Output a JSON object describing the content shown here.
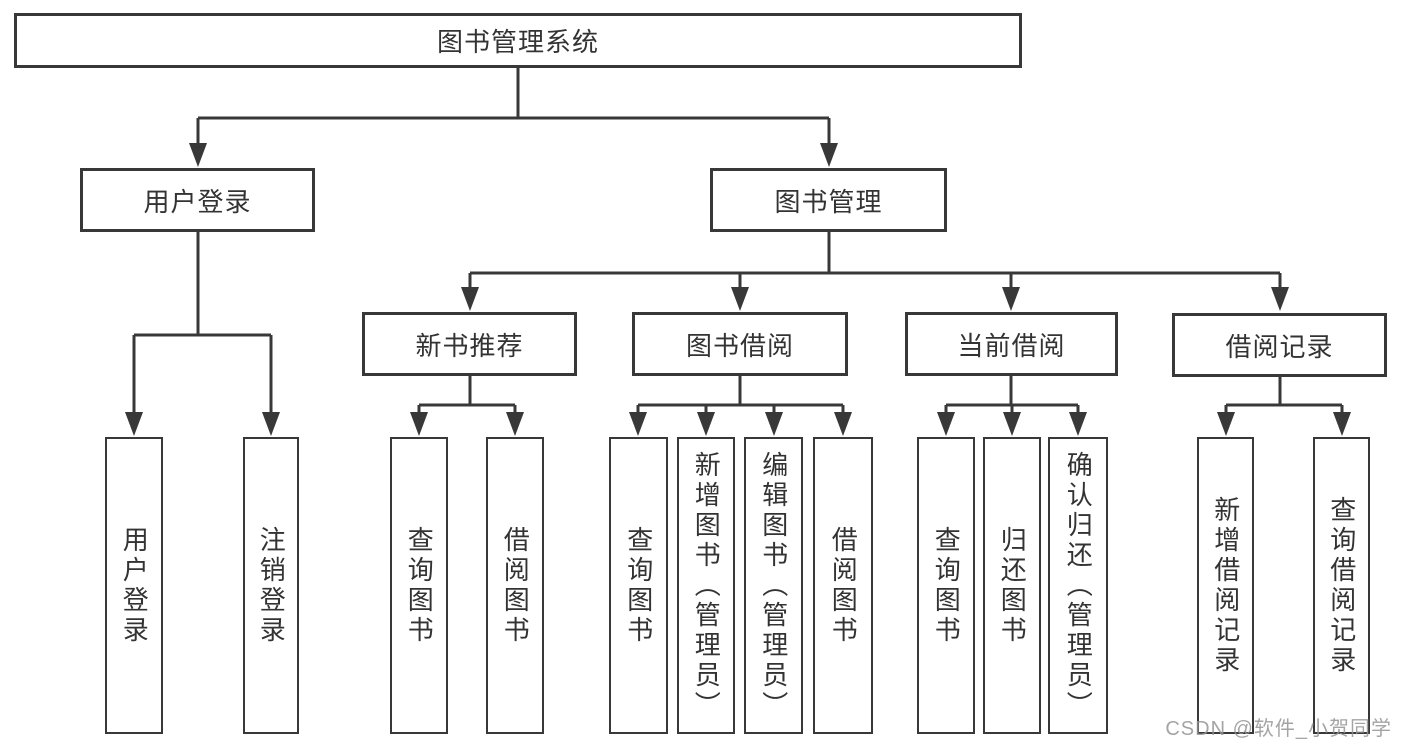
{
  "diagram": {
    "root": {
      "label": "图书管理系统"
    },
    "level2": [
      {
        "label": "用户登录"
      },
      {
        "label": "图书管理"
      }
    ],
    "level3": [
      {
        "label": "新书推荐",
        "parent": "图书管理"
      },
      {
        "label": "图书借阅",
        "parent": "图书管理"
      },
      {
        "label": "当前借阅",
        "parent": "图书管理"
      },
      {
        "label": "借阅记录",
        "parent": "图书管理"
      }
    ],
    "leaves": [
      {
        "label": "用户登录",
        "parent": "用户登录"
      },
      {
        "label": "注销登录",
        "parent": "用户登录"
      },
      {
        "label": "查询图书",
        "parent": "新书推荐"
      },
      {
        "label": "借阅图书",
        "parent": "新书推荐"
      },
      {
        "label": "查询图书",
        "parent": "图书借阅"
      },
      {
        "label": "新增图书（管理员）",
        "parent": "图书借阅"
      },
      {
        "label": "编辑图书（管理员）",
        "parent": "图书借阅"
      },
      {
        "label": "借阅图书",
        "parent": "图书借阅"
      },
      {
        "label": "查询图书",
        "parent": "当前借阅"
      },
      {
        "label": "归还图书",
        "parent": "当前借阅"
      },
      {
        "label": "确认归还（管理员）",
        "parent": "当前借阅"
      },
      {
        "label": "新增借阅记录",
        "parent": "借阅记录"
      },
      {
        "label": "查询借阅记录",
        "parent": "借阅记录"
      }
    ],
    "colors": {
      "line": "#383838",
      "text": "#333333",
      "box_background": "#ffffff"
    }
  },
  "watermark": {
    "text": "CSDN @软件_小贺同学"
  }
}
